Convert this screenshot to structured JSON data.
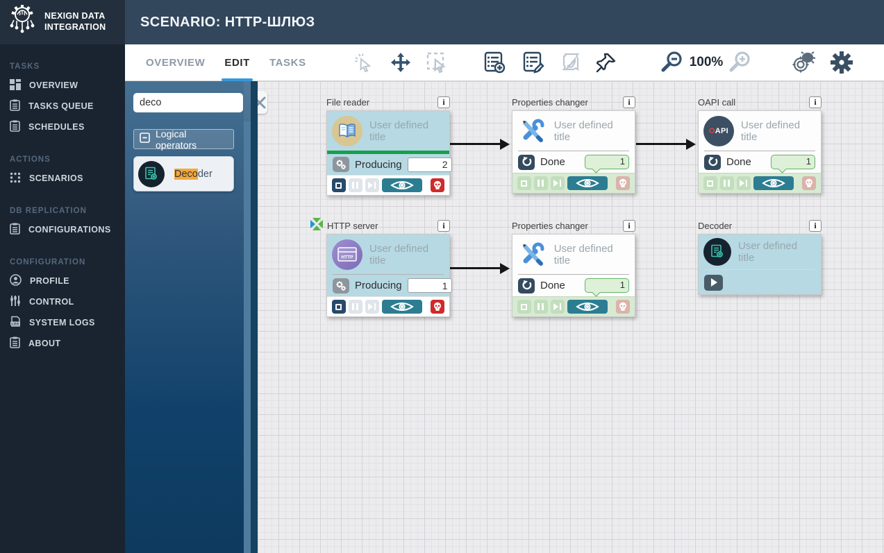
{
  "brand": {
    "line1": "NEXIGN DATA",
    "line2": "INTEGRATION"
  },
  "header": {
    "title": "SCENARIO: HTTP-ШЛЮЗ"
  },
  "sidebar": {
    "log_icon_label": "LOG",
    "sections": [
      {
        "label": "TASKS",
        "items": [
          {
            "label": "OVERVIEW"
          },
          {
            "label": "TASKS QUEUE"
          },
          {
            "label": "SCHEDULES"
          }
        ]
      },
      {
        "label": "ACTIONS",
        "items": [
          {
            "label": "SCENARIOS"
          }
        ]
      },
      {
        "label": "DB REPLICATION",
        "items": [
          {
            "label": "CONFIGURATIONS"
          }
        ]
      },
      {
        "label": "CONFIGURATION",
        "items": [
          {
            "label": "PROFILE"
          },
          {
            "label": "CONTROL"
          },
          {
            "label": "SYSTEM LOGS"
          },
          {
            "label": "ABOUT"
          }
        ]
      }
    ]
  },
  "tabs": {
    "overview": "OVERVIEW",
    "edit": "EDIT",
    "tasks": "TASKS"
  },
  "toolbar": {
    "zoom_level": "100%"
  },
  "palette": {
    "search_value": "deco",
    "group_label": "Logical operators",
    "item": {
      "highlight": "Deco",
      "rest": "der"
    }
  },
  "canvas": {
    "info_label": "i",
    "nodes": {
      "file_reader": {
        "title": "File reader",
        "user_title": "User defined title",
        "status": "Producing",
        "count": "2"
      },
      "properties_changer_1": {
        "title": "Properties changer",
        "user_title": "User defined title",
        "status": "Done",
        "badge": "1"
      },
      "oapi_call": {
        "title": "OAPI call",
        "icon_o": "O",
        "icon_api": "API",
        "user_title": "User defined title",
        "status": "Done",
        "badge": "1"
      },
      "http_server": {
        "title": "HTTP server",
        "icon_label": "HTTP",
        "user_title": "User defined title",
        "status": "Producing",
        "count": "1"
      },
      "properties_changer_2": {
        "title": "Properties changer",
        "user_title": "User defined title",
        "status": "Done",
        "badge": "1"
      },
      "decoder": {
        "title": "Decoder",
        "user_title": "User defined title"
      }
    }
  }
}
